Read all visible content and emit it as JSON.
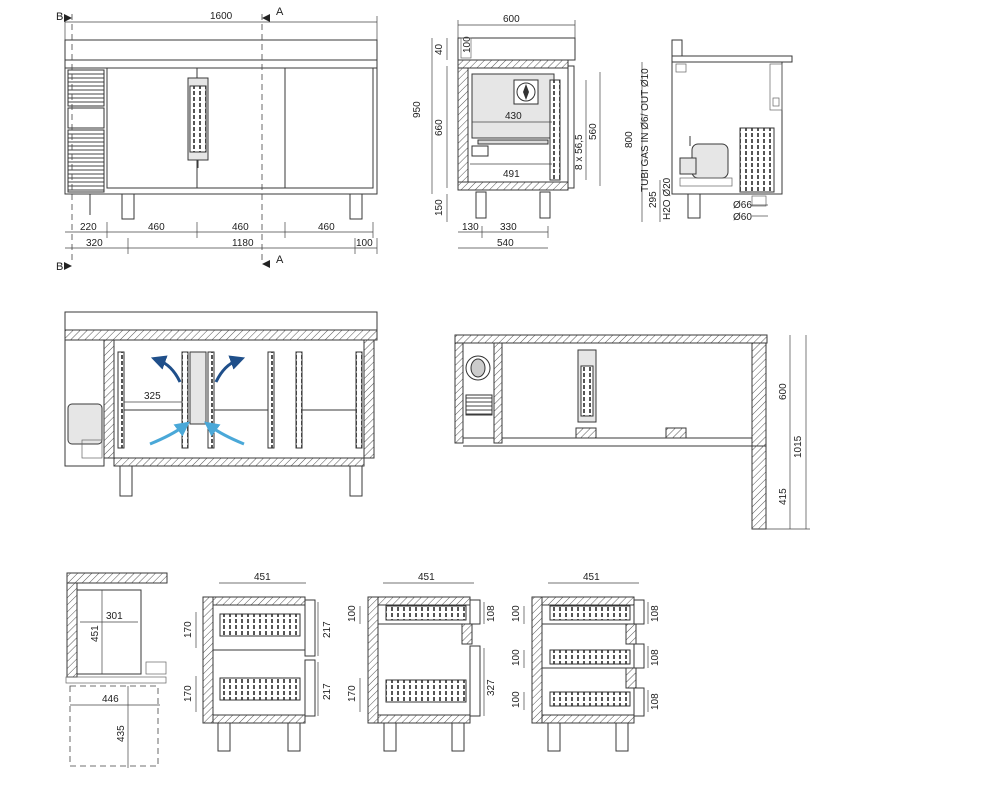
{
  "front_view": {
    "top_width": "1600",
    "section_a": "A",
    "section_b": "B",
    "dims_row1": [
      "220",
      "460",
      "460",
      "460"
    ],
    "dims_row2": [
      "320",
      "1180",
      "100"
    ]
  },
  "side_view": {
    "width": "600",
    "height_total": "950",
    "top_thickness": "40",
    "top_offset": "100",
    "inner_height": "660",
    "leg_height": "150",
    "inner_width": "430",
    "shelf_depth": "491",
    "slots": "8 x 56,5",
    "slot_height": "560",
    "d130": "130",
    "d330": "330",
    "d540": "540"
  },
  "unit_view": {
    "tubi_gas": "TUBI GAS IN Ø6/ OUT Ø10",
    "h800": "800",
    "h295": "295",
    "h2o": "H2O Ø20",
    "d66": "Ø66",
    "d60": "Ø60"
  },
  "airflow_view": {
    "d325": "325"
  },
  "top_view": {
    "d600": "600",
    "d1015": "1015",
    "d415": "415"
  },
  "drawer_views": {
    "w301": "301",
    "h451": "451",
    "w446": "446",
    "d435": "435",
    "w451_a": "451",
    "w451_b": "451",
    "w451_c": "451",
    "h170_a": "170",
    "h170_b": "170",
    "h217_a": "217",
    "h217_b": "217",
    "h100_a": "100",
    "h108_a": "108",
    "h327": "327",
    "h170_c": "170",
    "h100_b": "100",
    "h100_c": "100",
    "h100_d": "100",
    "h108_b": "108",
    "h108_c": "108",
    "h108_d": "108"
  }
}
